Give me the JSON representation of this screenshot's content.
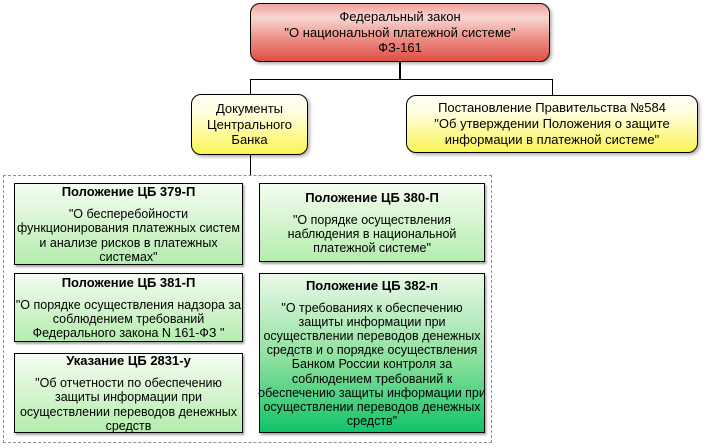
{
  "diagram": {
    "kind": "legislation-hierarchy-flowchart",
    "colors": {
      "root_red_top": "#f0a09a",
      "root_red_bottom": "#df4e46",
      "level2_yellow_top": "#fffef5",
      "level2_yellow_bottom": "#faf554",
      "leaf_green_light_top": "#f5fcf2",
      "leaf_green_light_bottom": "#b4edae",
      "leaf_green_dark_top": "#eaf9e6",
      "leaf_green_dark_bottom": "#12c36b",
      "group_border": "#8f8f8f",
      "edge": "#000000"
    }
  },
  "nodes": {
    "federal_law": {
      "text": "Федеральный закон\n\"О национальной платежной системе\"\nФЗ-161"
    },
    "cb_documents": {
      "text": "Документы\nЦентрального\nБанка"
    },
    "government_decree_584": {
      "text": "Постановление Правительства №584\n\"Об утверждении Положения о защите\nинформации в платежной системе\""
    },
    "regulation_379p": {
      "title": "Положение ЦБ 379-П",
      "body": "\"О бесперебойности\nфункционирования платежных систем\nи анализе рисков в платежных\nсистемах\""
    },
    "regulation_380p": {
      "title": "Положение ЦБ 380-П",
      "body": "\"О порядке осуществления\nнаблюдения в национальной\nплатежной системе\""
    },
    "regulation_381p": {
      "title": "Положение ЦБ 381-П",
      "body": "\"О порядке осуществления надзора за\nсоблюдением требований\nФедерального закона N 161-ФЗ \""
    },
    "directive_2831u": {
      "title": "Указание ЦБ 2831-у",
      "body": "\"Об отчетности по обеспечению\nзащиты информации при\nосуществлении переводов денежных\nсредств"
    },
    "regulation_382p": {
      "title": "Положение ЦБ 382-п",
      "body": "\"О требованиях к обеспечению\nзащиты информации при\nосуществлении переводов денежных\nсредств и о порядке осуществления\nБанком России контроля за\nсоблюдением требований к\nобеспечению защиты информации при\nосуществлении переводов денежных\nсредств\""
    }
  }
}
